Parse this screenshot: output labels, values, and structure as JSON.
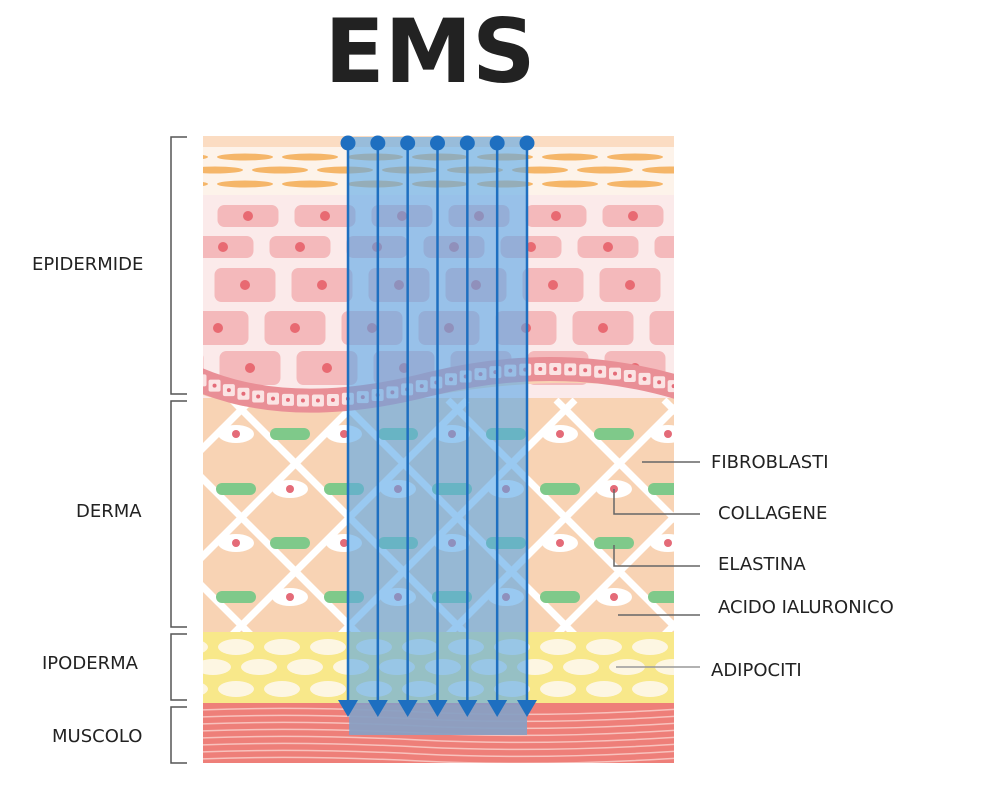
{
  "title": "EMS",
  "layers": {
    "epidermis": "EPIDERMIDE",
    "dermis": "DERMA",
    "hypodermis": "IPODERMA",
    "muscle": "MUSCOLO"
  },
  "components": {
    "fibroblasts": "FIBROBLASTI",
    "collagen": "COLLAGENE",
    "elastin": "ELASTINA",
    "hyaluronic_acid": "ACIDO IALURONICO",
    "adipocytes": "ADIPOCITI"
  },
  "ems_arrow_count": 7,
  "colors": {
    "ems_blue": "#1e6fc0",
    "ems_band": "#5aa8e8",
    "corneum": "#f5b669",
    "epidermis_cell": "#f4b9bb",
    "dermis": "#f8d3b4",
    "collagen_fiber": "#7fc98a",
    "hypodermis": "#f8e88a",
    "muscle": "#ee7f79"
  }
}
